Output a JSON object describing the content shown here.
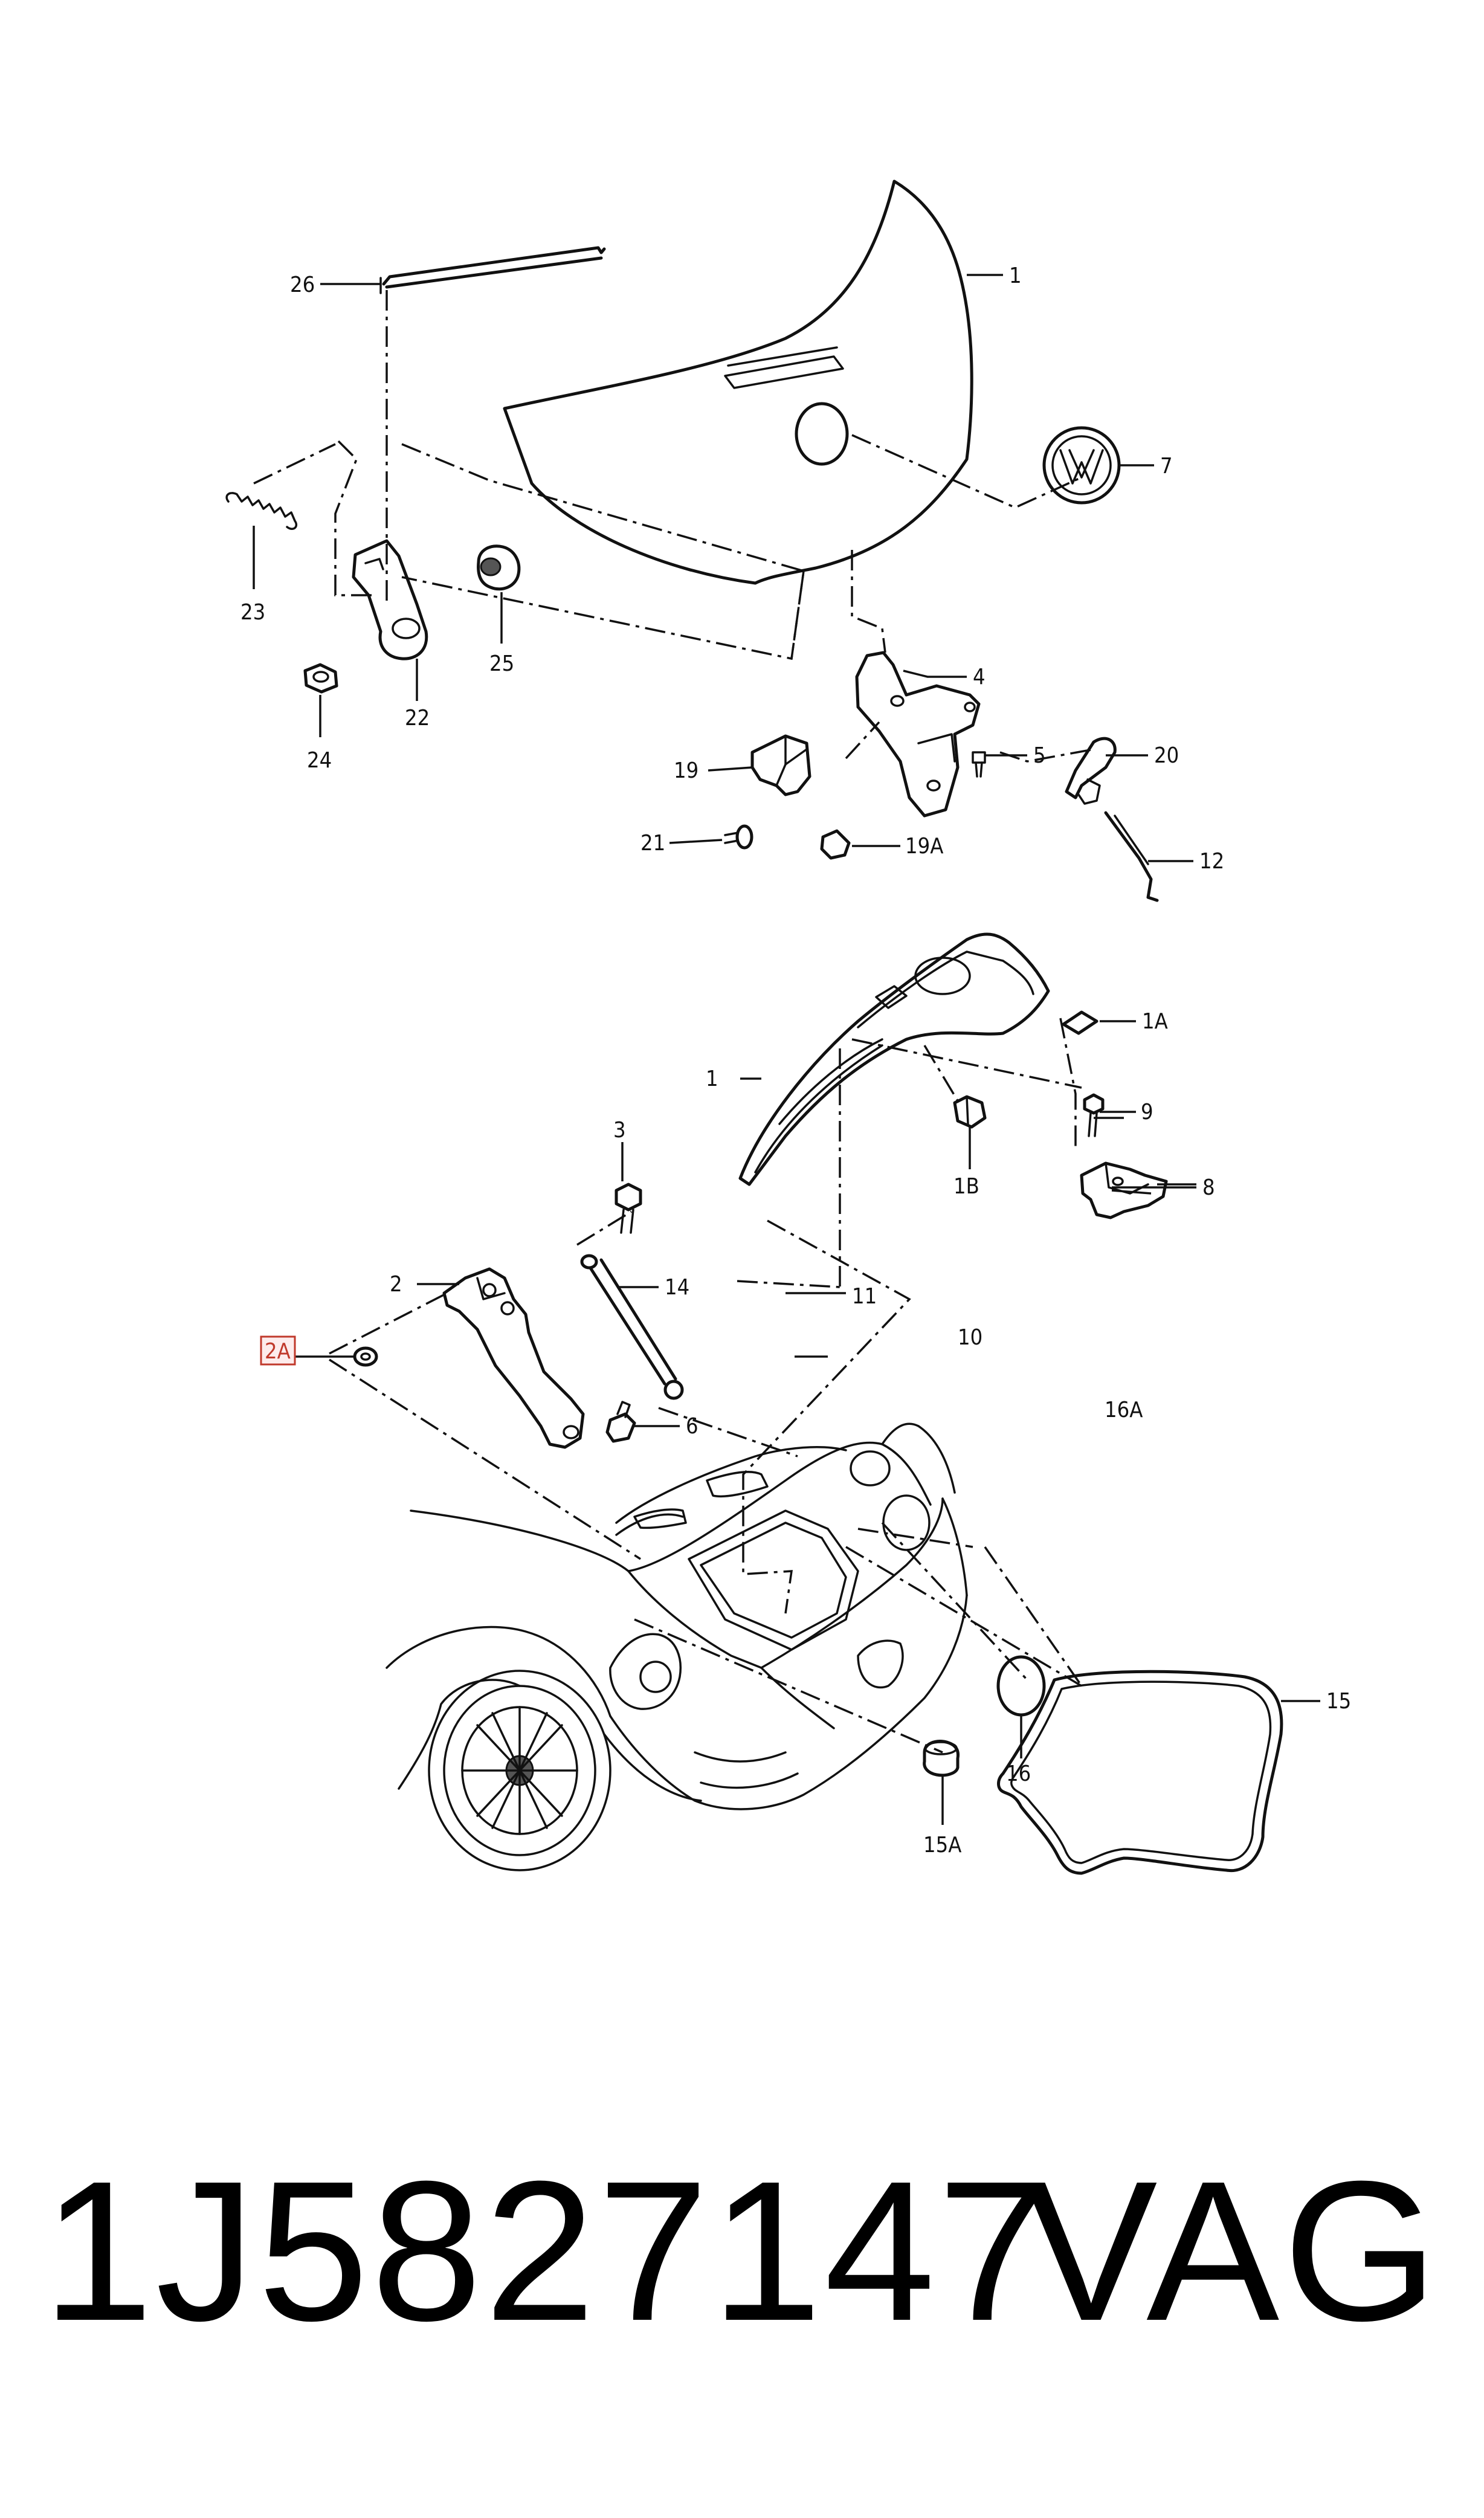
{
  "callouts": {
    "c1_top": "1",
    "c1a": "1A",
    "c1b": "1B",
    "c1_bottom": "1",
    "c2": "2",
    "c2a": "2A",
    "c3": "3",
    "c4": "4",
    "c5": "5",
    "c6": "6",
    "c7": "7",
    "c8": "8",
    "c9": "9",
    "c10": "10",
    "c11": "11",
    "c12": "12",
    "c14": "14",
    "c15": "15",
    "c15a": "15A",
    "c16": "16",
    "c16a": "16A",
    "c19": "19",
    "c19a": "19A",
    "c20": "20",
    "c21": "21",
    "c22": "22",
    "c23": "23",
    "c24": "24",
    "c25": "25",
    "c26": "26"
  },
  "highlighted_callout": "2A",
  "highlight_color": "#c0392b",
  "footer": {
    "part_number": "1J5827147",
    "brand": "VAG"
  }
}
